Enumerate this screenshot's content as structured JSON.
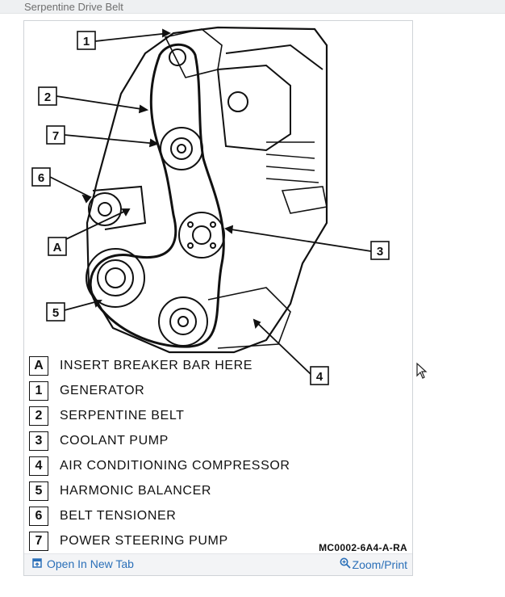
{
  "page": {
    "title": "Serpentine Drive Belt"
  },
  "diagram": {
    "callouts": [
      "1",
      "2",
      "7",
      "6",
      "A",
      "5",
      "3",
      "4"
    ],
    "legend": [
      {
        "key": "A",
        "label": "INSERT BREAKER BAR HERE"
      },
      {
        "key": "1",
        "label": "GENERATOR"
      },
      {
        "key": "2",
        "label": "SERPENTINE BELT"
      },
      {
        "key": "3",
        "label": "COOLANT PUMP"
      },
      {
        "key": "4",
        "label": "AIR CONDITIONING COMPRESSOR"
      },
      {
        "key": "5",
        "label": "HARMONIC BALANCER"
      },
      {
        "key": "6",
        "label": "BELT TENSIONER"
      },
      {
        "key": "7",
        "label": "POWER STEERING PUMP"
      }
    ],
    "figure_code": "MC0002-6A4-A-RA"
  },
  "footer": {
    "open_label": "Open In New Tab",
    "zoom_label": "Zoom/Print",
    "link_color": "#2a6fb8"
  }
}
